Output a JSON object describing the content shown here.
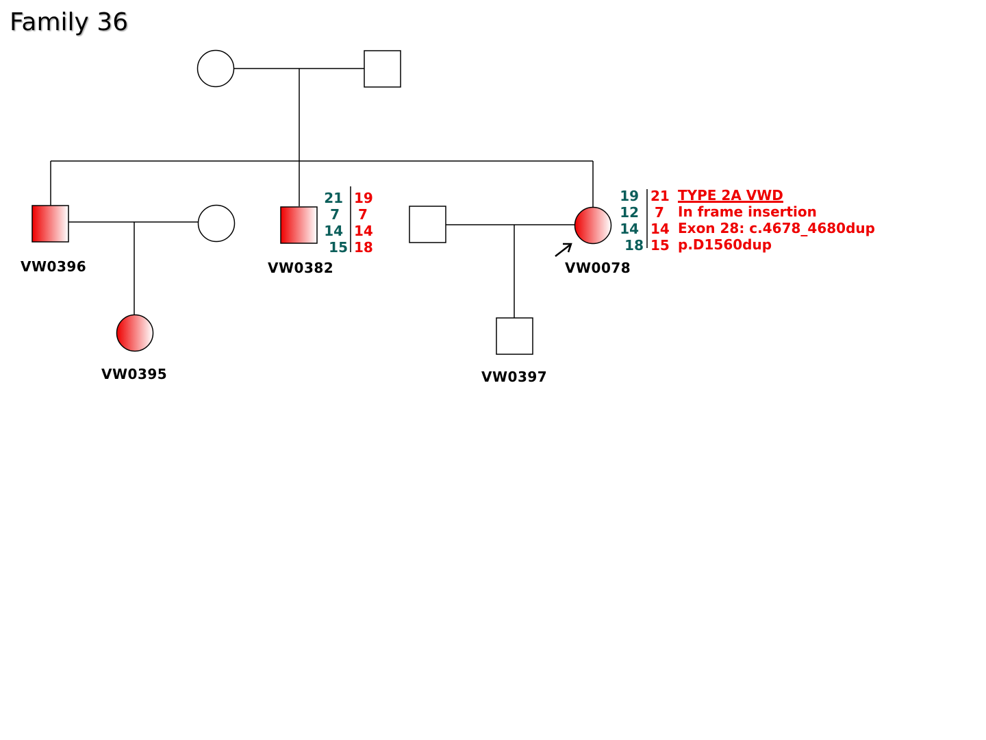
{
  "title": "Family 36",
  "colors": {
    "affected": "#ee0000",
    "haplotype_left": "#0b5e5a",
    "haplotype_right": "#ee0000",
    "mutation_text": "#ee0000",
    "line": "#000000"
  },
  "individuals": {
    "I1": {
      "sex": "female",
      "affected": false,
      "label": ""
    },
    "I2": {
      "sex": "male",
      "affected": false,
      "label": ""
    },
    "VW0396": {
      "sex": "male",
      "affected": true,
      "label": "VW0396"
    },
    "VW0396_spouse": {
      "sex": "female",
      "affected": false,
      "label": ""
    },
    "VW0395": {
      "sex": "female",
      "affected": true,
      "label": "VW0395"
    },
    "VW0382": {
      "sex": "male",
      "affected": true,
      "label": "VW0382"
    },
    "VW0078_spouse": {
      "sex": "male",
      "affected": false,
      "label": ""
    },
    "VW0078": {
      "sex": "female",
      "affected": true,
      "proband": true,
      "label": "VW0078"
    },
    "VW0397": {
      "sex": "male",
      "affected": false,
      "label": "VW0397"
    }
  },
  "haplotypes": {
    "VW0382": {
      "left": [
        "21",
        "7",
        "14",
        "15"
      ],
      "right": [
        "19",
        "7",
        "14",
        "18"
      ]
    },
    "VW0078": {
      "left": [
        "19",
        "12",
        "14",
        "18"
      ],
      "right": [
        "21",
        "7",
        "14",
        "15"
      ]
    }
  },
  "mutation": {
    "type": "TYPE 2A VWD",
    "effect": "In frame insertion",
    "exon": "Exon 28: c.4678_4680dup",
    "protein": "p.D1560dup"
  }
}
